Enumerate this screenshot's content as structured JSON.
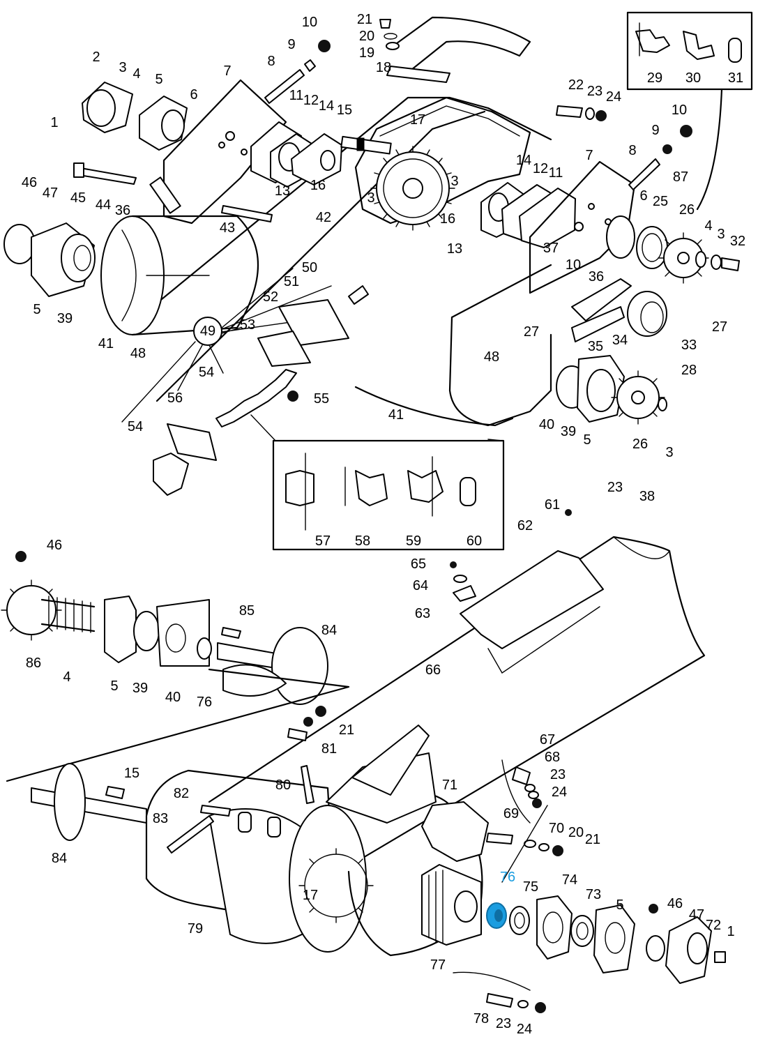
{
  "highlight_color": "#1a9de0",
  "highlighted_part": "76",
  "callouts": [
    {
      "id": "c1a",
      "label": "1"
    },
    {
      "id": "c2",
      "label": "2"
    },
    {
      "id": "c3a",
      "label": "3"
    },
    {
      "id": "c4a",
      "label": "4"
    },
    {
      "id": "c5a",
      "label": "5"
    },
    {
      "id": "c6a",
      "label": "6"
    },
    {
      "id": "c7a",
      "label": "7"
    },
    {
      "id": "c8a",
      "label": "8"
    },
    {
      "id": "c9a",
      "label": "9"
    },
    {
      "id": "c10a",
      "label": "10"
    },
    {
      "id": "c11a",
      "label": "11"
    },
    {
      "id": "c12a",
      "label": "12"
    },
    {
      "id": "c13a",
      "label": "13"
    },
    {
      "id": "c14a",
      "label": "14"
    },
    {
      "id": "c15a",
      "label": "15"
    },
    {
      "id": "c16a",
      "label": "16"
    },
    {
      "id": "c17a",
      "label": "17"
    },
    {
      "id": "c18",
      "label": "18"
    },
    {
      "id": "c19",
      "label": "19"
    },
    {
      "id": "c20a",
      "label": "20"
    },
    {
      "id": "c21a",
      "label": "21"
    },
    {
      "id": "c22",
      "label": "22"
    },
    {
      "id": "c23a",
      "label": "23"
    },
    {
      "id": "c24a",
      "label": "24"
    },
    {
      "id": "c10b",
      "label": "10"
    },
    {
      "id": "c9b",
      "label": "9"
    },
    {
      "id": "c8b",
      "label": "8"
    },
    {
      "id": "c7b",
      "label": "7"
    },
    {
      "id": "c14b",
      "label": "14"
    },
    {
      "id": "c12b",
      "label": "12"
    },
    {
      "id": "c11b",
      "label": "11"
    },
    {
      "id": "c29",
      "label": "29"
    },
    {
      "id": "c30",
      "label": "30"
    },
    {
      "id": "c31",
      "label": "31"
    },
    {
      "id": "c87",
      "label": "87"
    },
    {
      "id": "c6b",
      "label": "6"
    },
    {
      "id": "c25",
      "label": "25"
    },
    {
      "id": "c26a",
      "label": "26"
    },
    {
      "id": "c4b",
      "label": "4"
    },
    {
      "id": "c3b",
      "label": "3"
    },
    {
      "id": "c32",
      "label": "32"
    },
    {
      "id": "c46a",
      "label": "46"
    },
    {
      "id": "c47a",
      "label": "47"
    },
    {
      "id": "c45",
      "label": "45"
    },
    {
      "id": "c44",
      "label": "44"
    },
    {
      "id": "c36a",
      "label": "36"
    },
    {
      "id": "c43",
      "label": "43"
    },
    {
      "id": "c42",
      "label": "42"
    },
    {
      "id": "c3c",
      "label": "3"
    },
    {
      "id": "c16b",
      "label": "16"
    },
    {
      "id": "c3d",
      "label": "3"
    },
    {
      "id": "c13b",
      "label": "13"
    },
    {
      "id": "c5b",
      "label": "5"
    },
    {
      "id": "c39a",
      "label": "39"
    },
    {
      "id": "c41a",
      "label": "41"
    },
    {
      "id": "c48a",
      "label": "48"
    },
    {
      "id": "c50",
      "label": "50"
    },
    {
      "id": "c51",
      "label": "51"
    },
    {
      "id": "c52",
      "label": "52"
    },
    {
      "id": "c49",
      "label": "49"
    },
    {
      "id": "c53",
      "label": "53"
    },
    {
      "id": "c54a",
      "label": "54"
    },
    {
      "id": "c56",
      "label": "56"
    },
    {
      "id": "c54b",
      "label": "54"
    },
    {
      "id": "c55",
      "label": "55"
    },
    {
      "id": "c37",
      "label": "37"
    },
    {
      "id": "c10c",
      "label": "10"
    },
    {
      "id": "c36b",
      "label": "36"
    },
    {
      "id": "c35",
      "label": "35"
    },
    {
      "id": "c34",
      "label": "34"
    },
    {
      "id": "c33",
      "label": "33"
    },
    {
      "id": "c27a",
      "label": "27"
    },
    {
      "id": "c27b",
      "label": "27"
    },
    {
      "id": "c28",
      "label": "28"
    },
    {
      "id": "c48b",
      "label": "48"
    },
    {
      "id": "c41b",
      "label": "41"
    },
    {
      "id": "c40a",
      "label": "40"
    },
    {
      "id": "c39b",
      "label": "39"
    },
    {
      "id": "c5c",
      "label": "5"
    },
    {
      "id": "c26b",
      "label": "26"
    },
    {
      "id": "c3e",
      "label": "3"
    },
    {
      "id": "c23b",
      "label": "23"
    },
    {
      "id": "c38",
      "label": "38"
    },
    {
      "id": "c57",
      "label": "57"
    },
    {
      "id": "c58",
      "label": "58"
    },
    {
      "id": "c59",
      "label": "59"
    },
    {
      "id": "c60",
      "label": "60"
    },
    {
      "id": "c61",
      "label": "61"
    },
    {
      "id": "c62",
      "label": "62"
    },
    {
      "id": "c65",
      "label": "65"
    },
    {
      "id": "c64",
      "label": "64"
    },
    {
      "id": "c63",
      "label": "63"
    },
    {
      "id": "c46b",
      "label": "46"
    },
    {
      "id": "c86",
      "label": "86"
    },
    {
      "id": "c4c",
      "label": "4"
    },
    {
      "id": "c5d",
      "label": "5"
    },
    {
      "id": "c39c",
      "label": "39"
    },
    {
      "id": "c40b",
      "label": "40"
    },
    {
      "id": "c76a",
      "label": "76"
    },
    {
      "id": "c85",
      "label": "85"
    },
    {
      "id": "c84a",
      "label": "84"
    },
    {
      "id": "c66",
      "label": "66"
    },
    {
      "id": "c21b",
      "label": "21"
    },
    {
      "id": "c81",
      "label": "81"
    },
    {
      "id": "c15b",
      "label": "15"
    },
    {
      "id": "c80",
      "label": "80"
    },
    {
      "id": "c82",
      "label": "82"
    },
    {
      "id": "c83",
      "label": "83"
    },
    {
      "id": "c84b",
      "label": "84"
    },
    {
      "id": "c67",
      "label": "67"
    },
    {
      "id": "c68",
      "label": "68"
    },
    {
      "id": "c23c",
      "label": "23"
    },
    {
      "id": "c24b",
      "label": "24"
    },
    {
      "id": "c71",
      "label": "71"
    },
    {
      "id": "c69",
      "label": "69"
    },
    {
      "id": "c70",
      "label": "70"
    },
    {
      "id": "c20b",
      "label": "20"
    },
    {
      "id": "c21c",
      "label": "21"
    },
    {
      "id": "c76b",
      "label": "76"
    },
    {
      "id": "c75",
      "label": "75"
    },
    {
      "id": "c74",
      "label": "74"
    },
    {
      "id": "c73",
      "label": "73"
    },
    {
      "id": "c5e",
      "label": "5"
    },
    {
      "id": "c46c",
      "label": "46"
    },
    {
      "id": "c47b",
      "label": "47"
    },
    {
      "id": "c72",
      "label": "72"
    },
    {
      "id": "c1b",
      "label": "1"
    },
    {
      "id": "c17b",
      "label": "17"
    },
    {
      "id": "c79",
      "label": "79"
    },
    {
      "id": "c77",
      "label": "77"
    },
    {
      "id": "c78",
      "label": "78"
    },
    {
      "id": "c23d",
      "label": "23"
    },
    {
      "id": "c24c",
      "label": "24"
    }
  ]
}
